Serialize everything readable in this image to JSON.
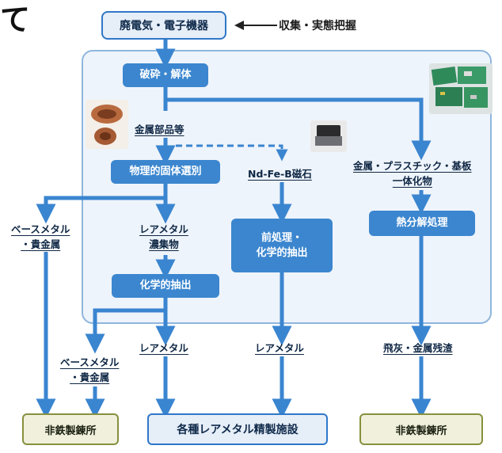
{
  "header_fragment": "て",
  "top_box": "廃電気・電子機器",
  "collection_label": "収集・実態把握",
  "process": {
    "crush": "破砕・解体",
    "physical_sort": "物理的固体選別",
    "chemical_extract": "化学的抽出",
    "pretreat_line1": "前処理・",
    "pretreat_line2": "化学的抽出",
    "pyrolysis": "熱分解処理"
  },
  "labels": {
    "metal_parts": "金属部品等",
    "magnet": "Nd-Fe-B磁石",
    "composite_line1": "金属・プラスチック・基板",
    "composite_line2": "一体化物",
    "base_metal_1_line1": "ベースメタル",
    "base_metal_1_line2": "・貴金属",
    "rare_conc_line1": "レアメタル",
    "rare_conc_line2": "濃集物",
    "base_metal_2_line1": "ベースメタル",
    "base_metal_2_line2": "・貴金属",
    "rare_metal_1": "レアメタル",
    "rare_metal_2": "レアメタル",
    "fly_ash": "飛灰・金属残渣"
  },
  "bottom": {
    "smelter_left": "非鉄製錬所",
    "refinery": "各種レアメタル精製施設",
    "smelter_right": "非鉄製錬所"
  },
  "colors": {
    "arrow_blue": "#3a85d0",
    "panel_border": "#8fb6de",
    "green_border": "#87903e"
  }
}
